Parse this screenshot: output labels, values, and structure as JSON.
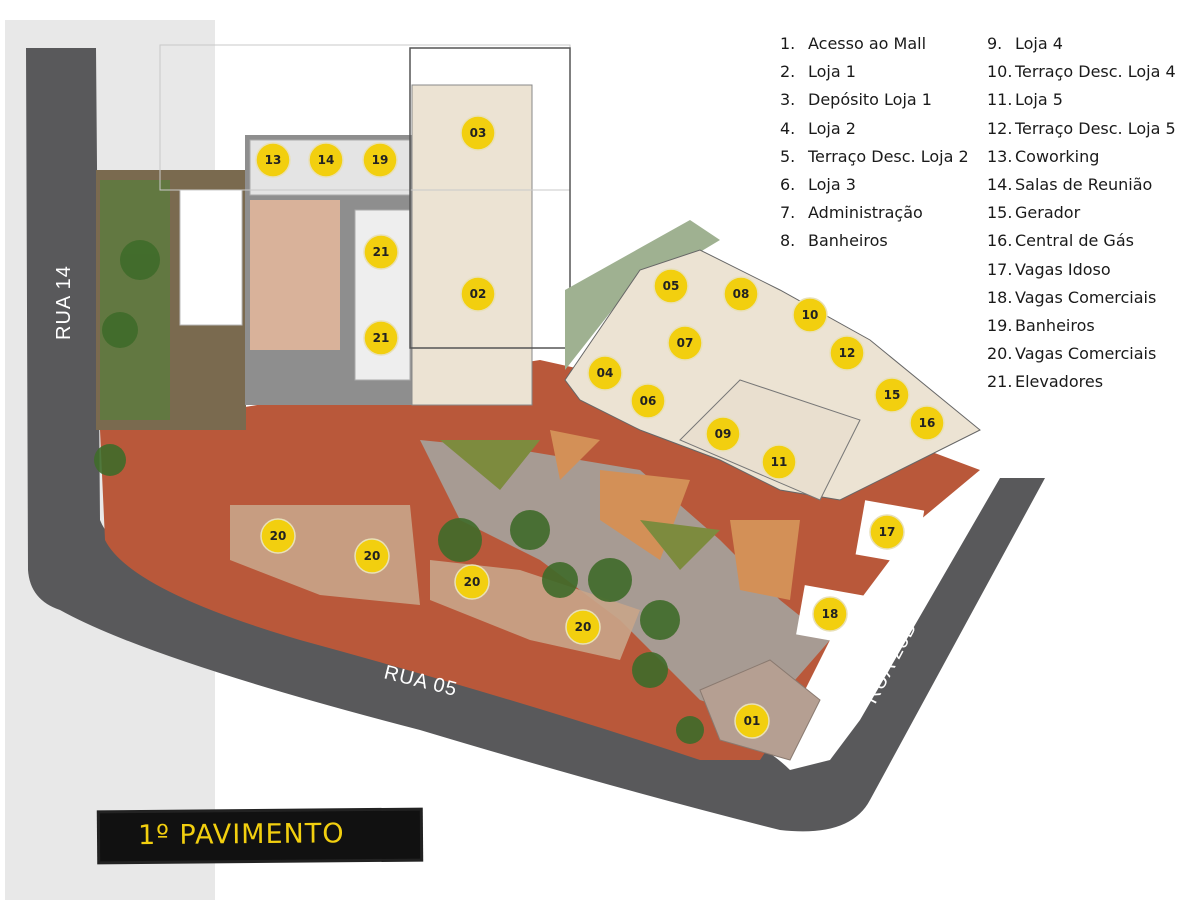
{
  "title": "1º PAVIMENTO",
  "streets": {
    "rua14": "RUA 14",
    "rua05": "RUA 05",
    "rua25b": "RUA 25B"
  },
  "legend_left": [
    {
      "num": "1.",
      "label": "Acesso ao Mall"
    },
    {
      "num": "2.",
      "label": "Loja 1"
    },
    {
      "num": "3.",
      "label": "Depósito Loja 1"
    },
    {
      "num": "4.",
      "label": "Loja 2"
    },
    {
      "num": "5.",
      "label": "Terraço Desc. Loja 2"
    },
    {
      "num": "6.",
      "label": "Loja 3"
    },
    {
      "num": "7.",
      "label": "Administração"
    },
    {
      "num": "8.",
      "label": "Banheiros"
    }
  ],
  "legend_right": [
    {
      "num": "9.",
      "label": "Loja 4"
    },
    {
      "num": "10.",
      "label": "Terraço Desc. Loja 4"
    },
    {
      "num": "11.",
      "label": "Loja 5"
    },
    {
      "num": "12.",
      "label": "Terraço Desc. Loja 5"
    },
    {
      "num": "13.",
      "label": "Coworking"
    },
    {
      "num": "14.",
      "label": "Salas de Reunião"
    },
    {
      "num": "15.",
      "label": "Gerador"
    },
    {
      "num": "16.",
      "label": "Central de Gás"
    },
    {
      "num": "17.",
      "label": "Vagas Idoso"
    },
    {
      "num": "18.",
      "label": "Vagas Comerciais"
    },
    {
      "num": "19.",
      "label": "Banheiros"
    },
    {
      "num": "20.",
      "label": "Vagas Comerciais"
    },
    {
      "num": "21.",
      "label": "Elevadores"
    }
  ],
  "markers": [
    "13",
    "14",
    "19",
    "03",
    "21",
    "02",
    "21",
    "05",
    "08",
    "10",
    "07",
    "12",
    "04",
    "06",
    "15",
    "16",
    "09",
    "11",
    "17",
    "20",
    "20",
    "20",
    "20",
    "18",
    "01"
  ],
  "colors": {
    "marker": "#f2cf0f",
    "street": "#59595b",
    "terracotta": "#b9583a",
    "shop_floor": "#ece3d3"
  }
}
